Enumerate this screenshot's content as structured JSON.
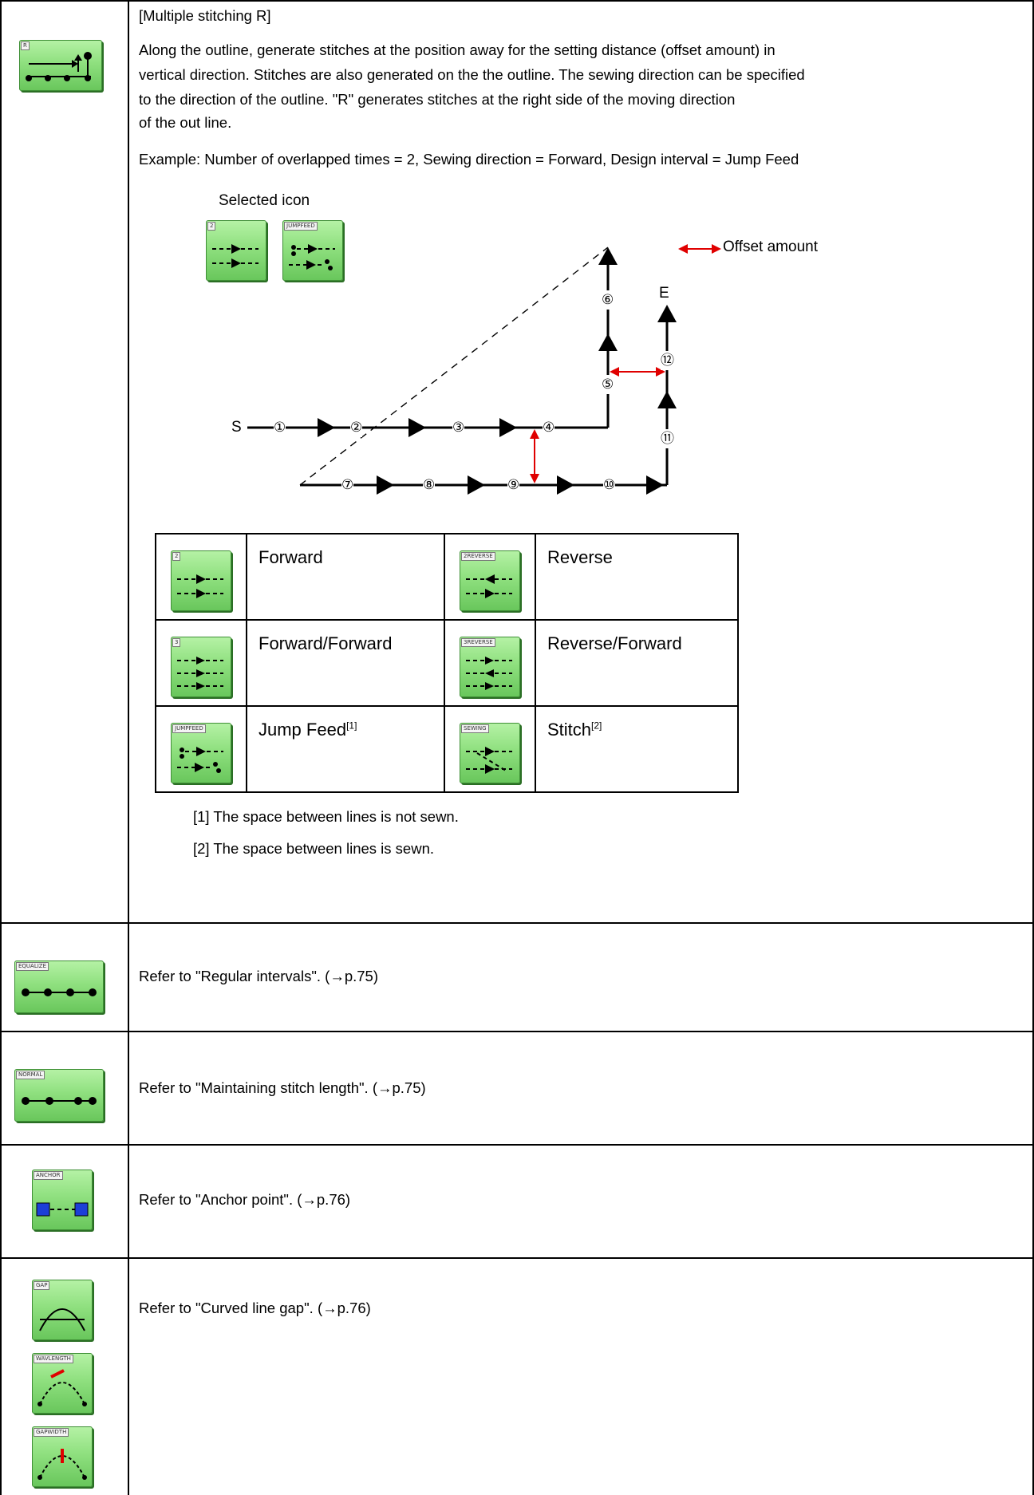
{
  "rows": [
    {
      "title": "[Multiple stitching R]",
      "description_lines": [
        "Along the outline, generate stitches at the position away for the setting distance (offset amount) in",
        "vertical direction. Stitches are also generated on the the outline. The sewing direction can be specified",
        "to the direction of the outline. \"R\" generates stitches at the right side of the moving direction",
        "of the out line."
      ],
      "example": "Example: Number of overlapped times = 2, Sewing direction = Forward, Design interval = Jump Feed",
      "diagram": {
        "selected_icon_label": "Selected icon",
        "offset_label": "Offset amount",
        "start_label": "S",
        "end_label": "E",
        "step_labels": [
          "①",
          "②",
          "③",
          "④",
          "⑤",
          "⑥",
          "⑦",
          "⑧",
          "⑨",
          "⑩",
          "⑪",
          "⑫"
        ]
      },
      "options": [
        {
          "icon": "forward-2-icon",
          "tab": "2",
          "label": "Forward",
          "note": ""
        },
        {
          "icon": "reverse-icon",
          "tab": "2REVERSE",
          "label": "Reverse",
          "note": ""
        },
        {
          "icon": "forward-3-icon",
          "tab": "3",
          "label": "Forward/Forward",
          "note": ""
        },
        {
          "icon": "reverse-forward-icon",
          "tab": "3REVERSE",
          "label": "Reverse/Forward",
          "note": ""
        },
        {
          "icon": "jump-feed-icon",
          "tab": "JUMPFEED",
          "label": "Jump Feed",
          "note": "[1]"
        },
        {
          "icon": "sewing-icon",
          "tab": "SEWING",
          "label": "Stitch",
          "note": "[2]"
        }
      ],
      "footnotes": [
        "[1] The space between lines is not sewn.",
        "[2] The space between lines is sewn."
      ]
    },
    {
      "icon": "equalize-icon",
      "tab": "EQUALIZE",
      "text": "Refer to \"Regular intervals\". (→p.75)"
    },
    {
      "icon": "normal-icon",
      "tab": "NORMAL",
      "text": "Refer to \"Maintaining stitch length\". (→p.75)"
    },
    {
      "icon": "anchor-icon",
      "tab": "ANCHOR",
      "text": "Refer to \"Anchor point\". (→p.76)"
    },
    {
      "icons": [
        "gap-icon",
        "wav-length-icon",
        "gap-width-icon"
      ],
      "tabs": [
        "GAP",
        "WAVLENGTH",
        "GAPWIDTH"
      ],
      "text": "Refer to \"Curved line gap\". (→p.76)"
    }
  ],
  "colors": {
    "icon_green": "#8fe07f",
    "arrow_red": "#e00000",
    "line": "#000000"
  }
}
